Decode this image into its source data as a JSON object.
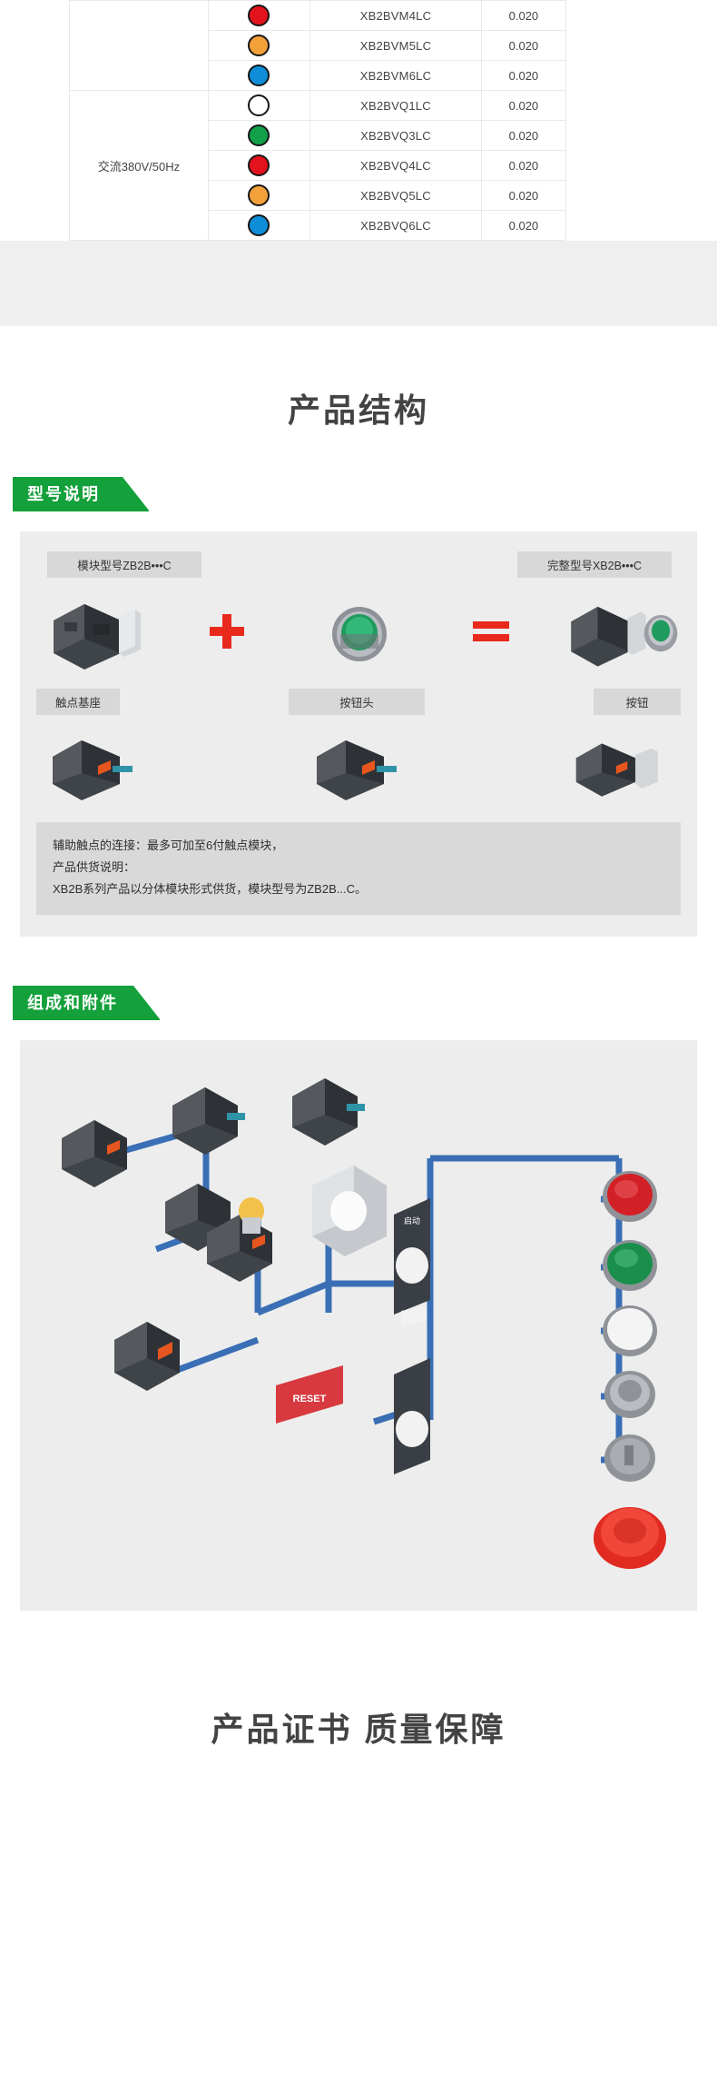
{
  "spec_table": {
    "columns": [
      "voltage",
      "indicator_color",
      "model",
      "weight_kg"
    ],
    "rows": [
      {
        "voltage": "",
        "color_name": "red",
        "color_hex": "#e3121c",
        "model": "XB2BVM4LC",
        "weight": "0.020"
      },
      {
        "voltage": "",
        "color_name": "orange",
        "color_hex": "#f2a03a",
        "model": "XB2BVM5LC",
        "weight": "0.020"
      },
      {
        "voltage": "",
        "color_name": "blue",
        "color_hex": "#0e8ed8",
        "model": "XB2BVM6LC",
        "weight": "0.020"
      },
      {
        "voltage": "交流380V/50Hz",
        "color_name": "white",
        "color_hex": "#ffffff",
        "model": "XB2BVQ1LC",
        "weight": "0.020"
      },
      {
        "voltage": "",
        "color_name": "green",
        "color_hex": "#12a04a",
        "model": "XB2BVQ3LC",
        "weight": "0.020"
      },
      {
        "voltage": "",
        "color_name": "red",
        "color_hex": "#e3121c",
        "model": "XB2BVQ4LC",
        "weight": "0.020"
      },
      {
        "voltage": "",
        "color_name": "orange",
        "color_hex": "#f2a03a",
        "model": "XB2BVQ5LC",
        "weight": "0.020"
      },
      {
        "voltage": "",
        "color_name": "blue",
        "color_hex": "#0e8ed8",
        "model": "XB2BVQ6LC",
        "weight": "0.020"
      }
    ]
  },
  "structure_section": {
    "title": "产品结构",
    "banner_label": "型号说明",
    "tag_module": "模块型号ZB2B•••C",
    "tag_complete": "完整型号XB2B•••C",
    "operator_plus": "✚",
    "operator_equals": "=",
    "label_contact_base": "触点基座",
    "label_button_head": "按钮头",
    "label_button": "按钮",
    "note_line1": "辅助触点的连接：最多可加至6付触点模块，",
    "note_line2": "产品供货说明：",
    "note_line3": "XB2B系列产品以分体模块形式供货，模块型号为ZB2B...C。"
  },
  "accessories_section": {
    "banner_label": "组成和附件",
    "reset_label": "RESET",
    "legend_plate_label": "启动",
    "colors": {
      "connector_blue": "#3a6fb5",
      "panel_bg": "#ededed",
      "reset_red": "#d8393f"
    },
    "pilot_lamps": [
      {
        "name": "red-pilot-head",
        "hex": "#d32027"
      },
      {
        "name": "green-pilot-head",
        "hex": "#1a8f4c"
      },
      {
        "name": "white-pilot-head",
        "hex": "#f4f4f4"
      },
      {
        "name": "metal-pushbutton",
        "hex": "#b9bcc0"
      },
      {
        "name": "key-selector",
        "hex": "#a9adb2"
      },
      {
        "name": "emergency-stop-red",
        "hex": "#e02a22"
      }
    ]
  },
  "certificate_section": {
    "title": "产品证书 质量保障"
  },
  "theme": {
    "green": "#14a03a",
    "panel_gray": "#ededed",
    "tag_gray": "#d8d8d8",
    "title_color": "#434343"
  }
}
